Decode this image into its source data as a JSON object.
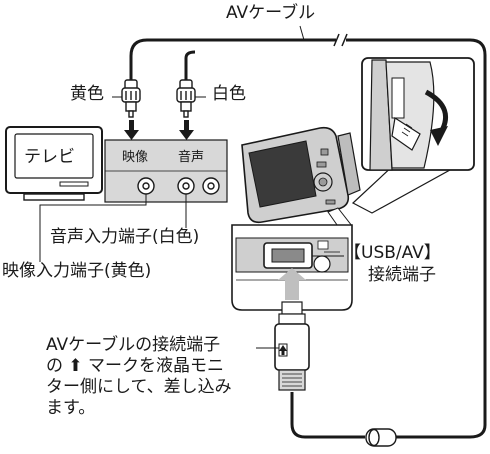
{
  "labels": {
    "av_cable": "AVケーブル",
    "yellow": "黄色",
    "white": "白色",
    "tv": "テレビ",
    "video": "映像",
    "audio": "音声",
    "audio_input": "音声入力端子(白色)",
    "video_input": "映像入力端子(黄色)",
    "usb_av_port_line1": "【USB/AV】",
    "usb_av_port_line2": "接続端子",
    "instruction_line1": "AVケーブルの接続端子",
    "instruction_line2": "の ⬆ マークを液晶モニ",
    "instruction_line3": "ター側にして、差し込み",
    "instruction_line4": "ます。"
  },
  "colors": {
    "line": "#1a1a1a",
    "background": "#ffffff",
    "panel_gray": "#d8d8d8",
    "device_gray": "#cfcfcf",
    "screen_dark": "#3a3a3a"
  }
}
